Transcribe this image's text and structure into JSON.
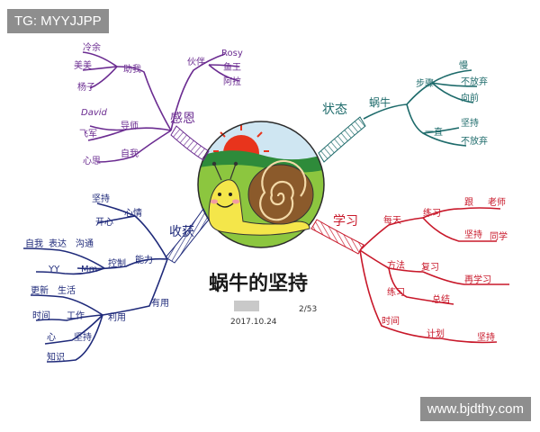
{
  "watermarks": {
    "top_left": "TG: MYYJJPP",
    "bottom_right": "www.bjdthy.com"
  },
  "title": "蜗牛的坚持",
  "date": "2017.10.24",
  "page_mark": "2/53",
  "colors": {
    "purple": "#6b2c91",
    "teal": "#1e6b6b",
    "navy": "#1f2a7a",
    "red": "#c8182a",
    "sky": "#cfe6f2",
    "grass": "#8cc63f",
    "sun": "#e8341c",
    "shell": "#8b5a2b",
    "body": "#f4e64a"
  },
  "branches": {
    "feelings": {
      "label": "感恩",
      "items": {
        "helper": "助我",
        "helper_names": [
          "冷余",
          "美美",
          "杨子"
        ],
        "mentor": "导师",
        "mentor_names": [
          "David",
          "飞军"
        ],
        "me": "自我",
        "me_note": "心思",
        "partner": "伙伴",
        "partner_names": [
          "Rosy",
          "鱼王",
          "阿拉"
        ]
      }
    },
    "state": {
      "label": "状态",
      "root": "蜗牛",
      "sub1": "步骤",
      "sub1_items": [
        "慢",
        "不放弃",
        "向前"
      ],
      "sub2": "一直",
      "sub2_items": [
        "坚持",
        "不放弃"
      ]
    },
    "harvest": {
      "label": "收获",
      "sub_attitude": "心情",
      "sub_attitude_items": [
        "坚持",
        "开心"
      ],
      "sub_ability": "能力",
      "sub_ability_items": [
        "自我",
        "表达",
        "沟通",
        "YY",
        "Mm",
        "控制"
      ],
      "sub_use": "有用",
      "sub_use_mid": "利用",
      "sub_use_items": [
        "更新",
        "生活",
        "时间",
        "工作",
        "心",
        "坚持",
        "知识"
      ]
    },
    "study": {
      "label": "学习",
      "q1": "每天",
      "q1_a": "练习",
      "q1_a_items": [
        "跟",
        "老师"
      ],
      "q1_b_items": [
        "坚持",
        "同学"
      ],
      "q2": "方法",
      "q2_a": "复习",
      "q2_a_item": "再学习",
      "q2_b": "练习",
      "q2_b_item": "总结",
      "q3": "时间",
      "q3_a": "计划",
      "q3_a_item": "坚持"
    }
  }
}
